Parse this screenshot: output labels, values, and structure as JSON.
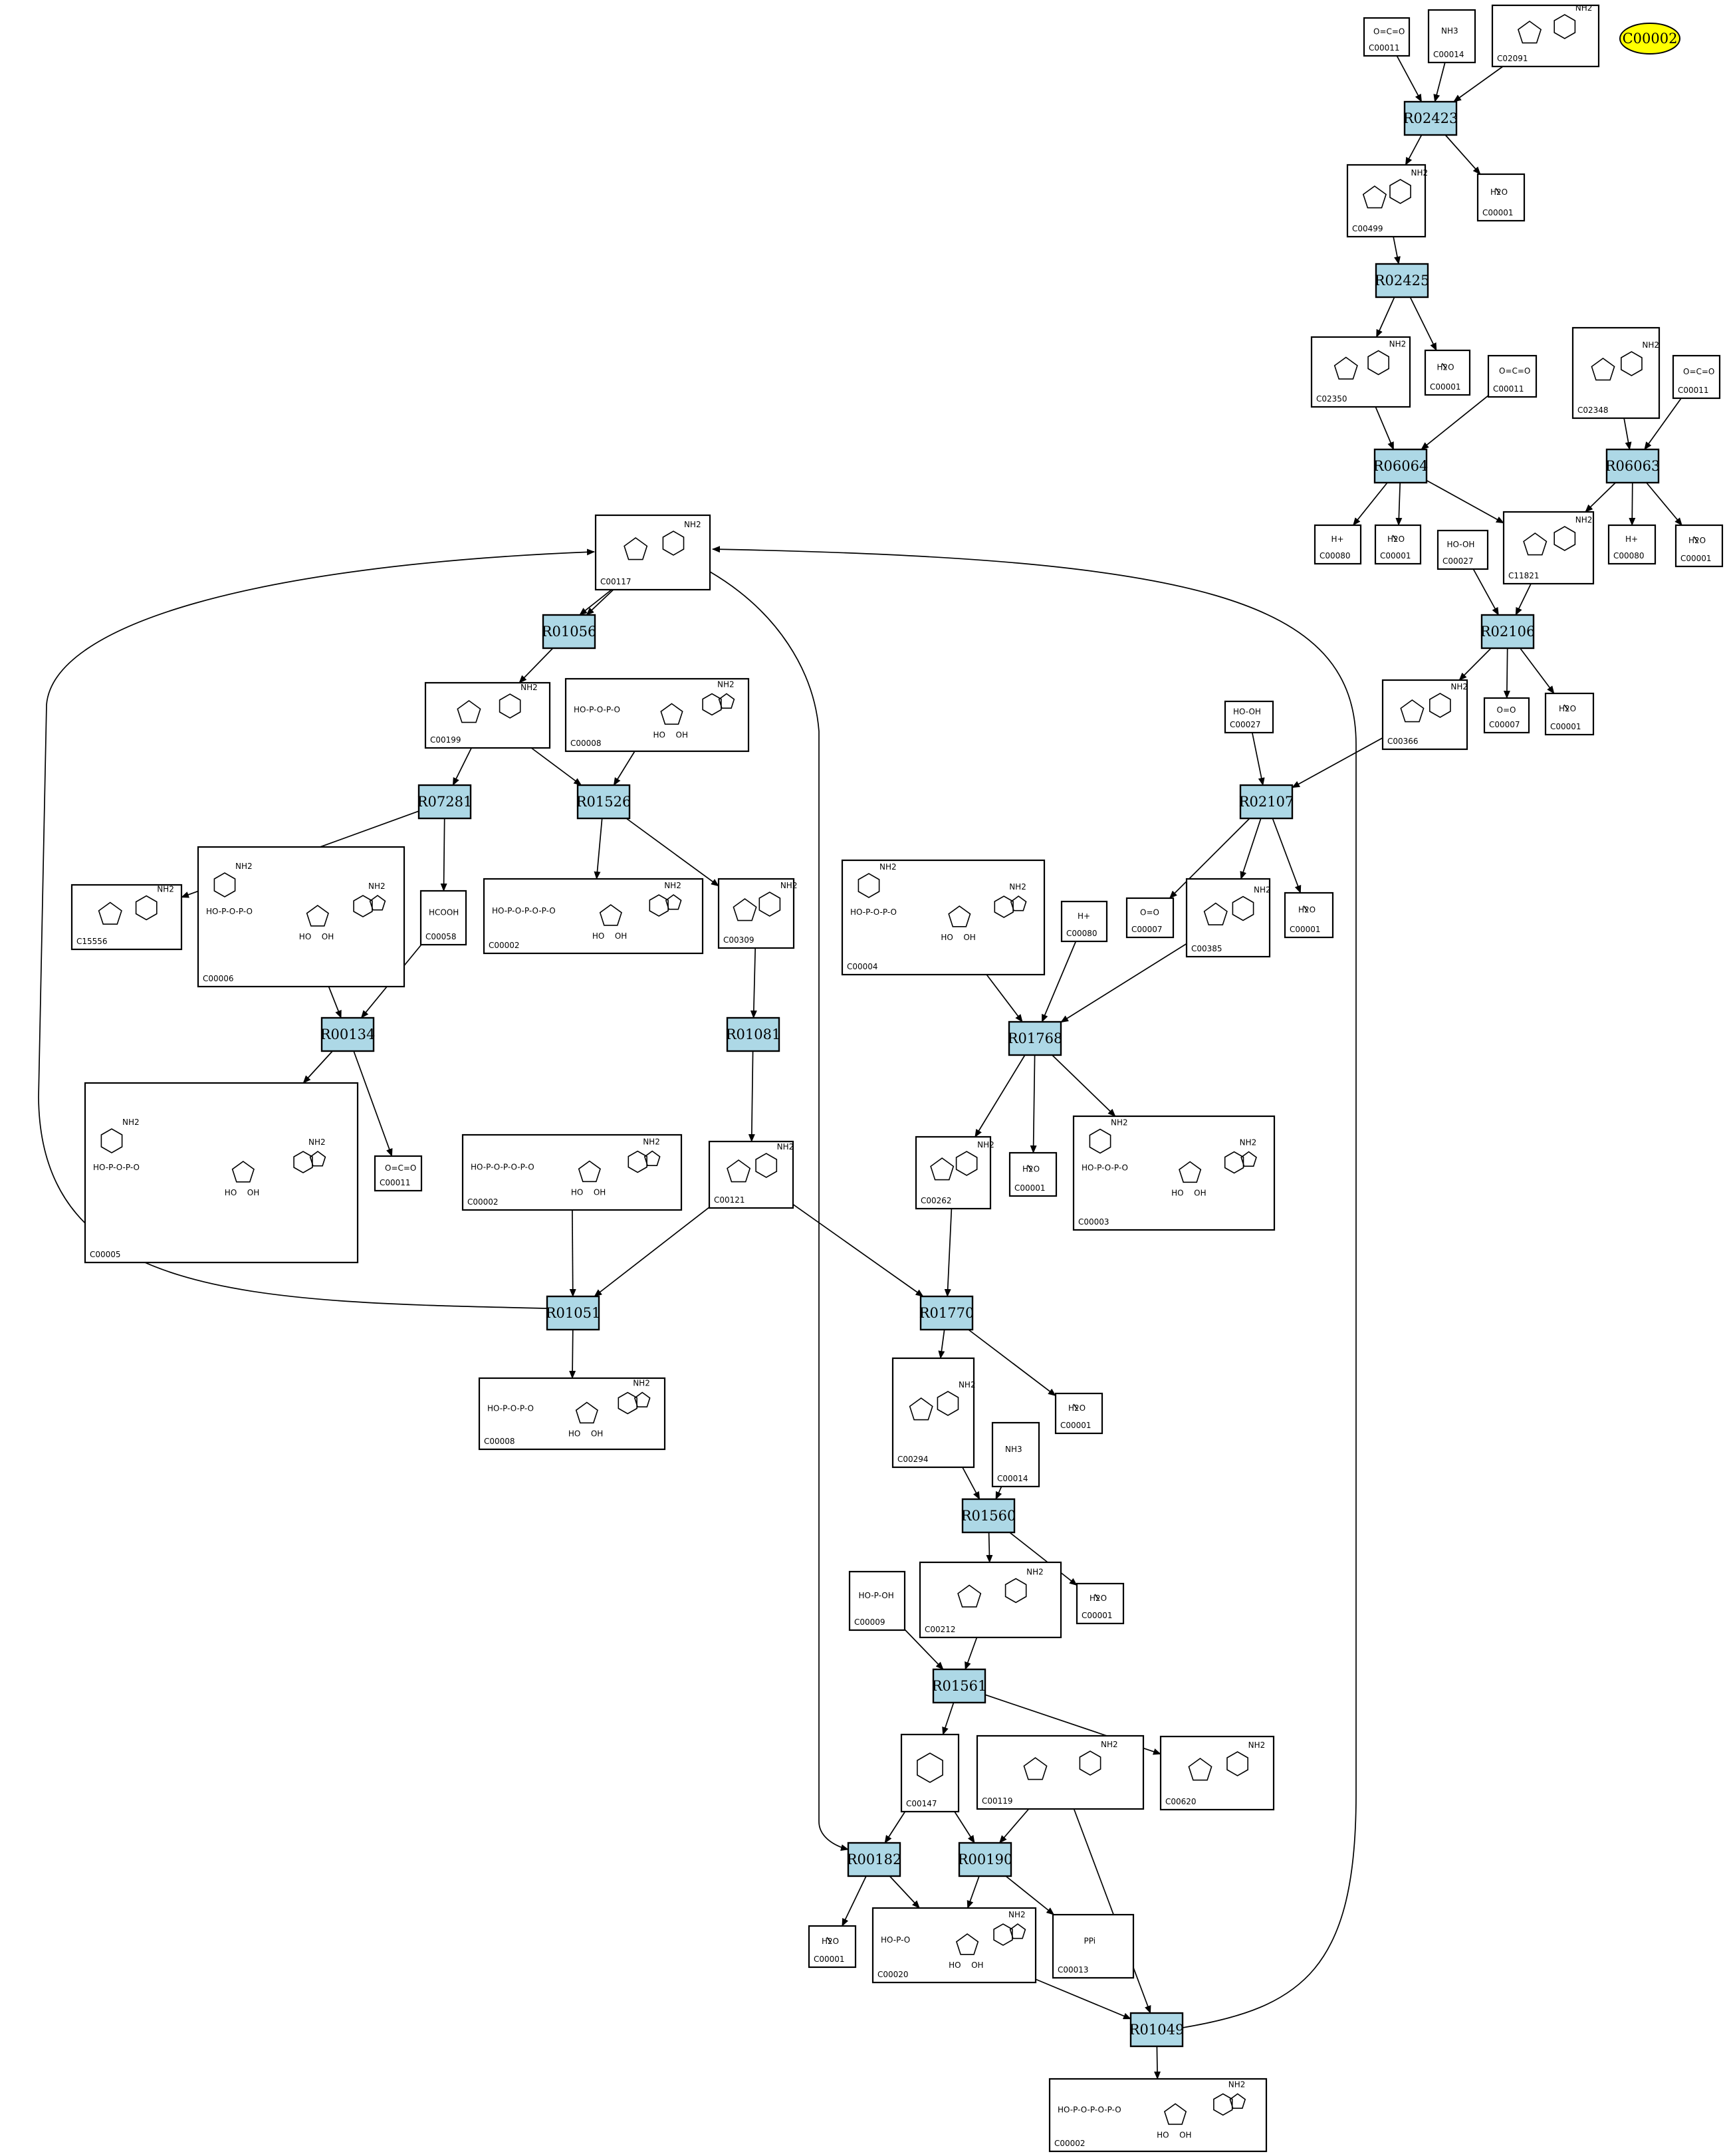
{
  "highlight": {
    "label": "C00002",
    "color": "#ffff00"
  },
  "colors": {
    "reaction_fill": "#add8e6",
    "highlight_fill": "#ffff00",
    "edge": "#000000",
    "compound_fill": "#ffffff"
  },
  "reactions": [
    {
      "id": "R02423",
      "label": "R02423"
    },
    {
      "id": "R02425",
      "label": "R02425"
    },
    {
      "id": "R06064",
      "label": "R06064"
    },
    {
      "id": "R06063",
      "label": "R06063"
    },
    {
      "id": "R02106",
      "label": "R02106"
    },
    {
      "id": "R02107",
      "label": "R02107"
    },
    {
      "id": "R01056",
      "label": "R01056"
    },
    {
      "id": "R07281",
      "label": "R07281"
    },
    {
      "id": "R01526",
      "label": "R01526"
    },
    {
      "id": "R00134",
      "label": "R00134"
    },
    {
      "id": "R01081",
      "label": "R01081"
    },
    {
      "id": "R01768",
      "label": "R01768"
    },
    {
      "id": "R01051",
      "label": "R01051"
    },
    {
      "id": "R01770",
      "label": "R01770"
    },
    {
      "id": "R01560",
      "label": "R01560"
    },
    {
      "id": "R01561",
      "label": "R01561"
    },
    {
      "id": "R00182",
      "label": "R00182"
    },
    {
      "id": "R00190",
      "label": "R00190"
    },
    {
      "id": "R01049",
      "label": "R01049"
    }
  ],
  "compounds": [
    {
      "id": "c1",
      "label": "C00011",
      "structure": "carbon dioxide"
    },
    {
      "id": "c2",
      "label": "C00014",
      "structure": "ammonia"
    },
    {
      "id": "c3",
      "label": "C02091",
      "structure": "ureidoglycine"
    },
    {
      "id": "c4",
      "label": "C00499",
      "structure": "allantoate"
    },
    {
      "id": "c5",
      "label": "C00001",
      "structure": "water"
    },
    {
      "id": "c6",
      "label": "C02350",
      "structure": "allantoin (S)"
    },
    {
      "id": "c7",
      "label": "C00001",
      "structure": "water"
    },
    {
      "id": "c8",
      "label": "C00011",
      "structure": "carbon dioxide"
    },
    {
      "id": "c9",
      "label": "C02348",
      "structure": "OHCU"
    },
    {
      "id": "c10",
      "label": "C00011",
      "structure": "carbon dioxide"
    },
    {
      "id": "c11",
      "label": "C00080",
      "structure": "proton"
    },
    {
      "id": "c12",
      "label": "C00001",
      "structure": "water"
    },
    {
      "id": "c13",
      "label": "C11821",
      "structure": "5-hydroxyisourate"
    },
    {
      "id": "c14",
      "label": "C00027",
      "structure": "hydrogen peroxide"
    },
    {
      "id": "c15",
      "label": "C00080",
      "structure": "proton"
    },
    {
      "id": "c16",
      "label": "C00001",
      "structure": "water"
    },
    {
      "id": "c17",
      "label": "C00117",
      "structure": "ribose 5-phosphate"
    },
    {
      "id": "c18",
      "label": "C00366",
      "structure": "urate"
    },
    {
      "id": "c19",
      "label": "C00007",
      "structure": "oxygen"
    },
    {
      "id": "c20",
      "label": "C00001",
      "structure": "water"
    },
    {
      "id": "c21",
      "label": "C00199",
      "structure": "ribulose 5-phosphate"
    },
    {
      "id": "c22",
      "label": "C00008",
      "structure": "ADP"
    },
    {
      "id": "c23",
      "label": "C00027",
      "structure": "hydrogen peroxide"
    },
    {
      "id": "c24",
      "label": "C15556",
      "structure": "deoxy-xylulose phosphate"
    },
    {
      "id": "c25",
      "label": "C00006",
      "structure": "NADP+"
    },
    {
      "id": "c26",
      "label": "C00058",
      "structure": "formate"
    },
    {
      "id": "c27",
      "label": "C00002",
      "structure": "ATP"
    },
    {
      "id": "c28",
      "label": "C00309",
      "structure": "ribulose"
    },
    {
      "id": "c29",
      "label": "C00004",
      "structure": "NADH"
    },
    {
      "id": "c30",
      "label": "C00080",
      "structure": "proton"
    },
    {
      "id": "c31",
      "label": "C00007",
      "structure": "oxygen"
    },
    {
      "id": "c32",
      "label": "C00385",
      "structure": "xanthine"
    },
    {
      "id": "c33",
      "label": "C00001",
      "structure": "water"
    },
    {
      "id": "c34",
      "label": "C00005",
      "structure": "NADPH"
    },
    {
      "id": "c35",
      "label": "C00011",
      "structure": "carbon dioxide"
    },
    {
      "id": "c36",
      "label": "C00002",
      "structure": "ATP"
    },
    {
      "id": "c37",
      "label": "C00121",
      "structure": "ribose"
    },
    {
      "id": "c38",
      "label": "C00262",
      "structure": "hypoxanthine"
    },
    {
      "id": "c39",
      "label": "C00001",
      "structure": "water"
    },
    {
      "id": "c40",
      "label": "C00003",
      "structure": "NAD+"
    },
    {
      "id": "c41",
      "label": "C00008",
      "structure": "ADP"
    },
    {
      "id": "c42",
      "label": "C00294",
      "structure": "inosine"
    },
    {
      "id": "c43",
      "label": "C00014",
      "structure": "ammonia"
    },
    {
      "id": "c44",
      "label": "C00001",
      "structure": "water"
    },
    {
      "id": "c45",
      "label": "C00009",
      "structure": "orthophosphate"
    },
    {
      "id": "c46",
      "label": "C00212",
      "structure": "adenosine"
    },
    {
      "id": "c47",
      "label": "C00001",
      "structure": "water"
    },
    {
      "id": "c48",
      "label": "C00147",
      "structure": "adenine"
    },
    {
      "id": "c49",
      "label": "C00119",
      "structure": "PRPP"
    },
    {
      "id": "c50",
      "label": "C00620",
      "structure": "ribose 1-phosphate"
    },
    {
      "id": "c51",
      "label": "C00001",
      "structure": "water"
    },
    {
      "id": "c52",
      "label": "C00020",
      "structure": "AMP"
    },
    {
      "id": "c53",
      "label": "C00013",
      "structure": "diphosphate"
    },
    {
      "id": "c54",
      "label": "C00002",
      "structure": "ATP"
    }
  ],
  "structure_text": {
    "co2": "O=C=O",
    "water": "H2O",
    "ammonia": "NH3",
    "proton": "H+",
    "peroxide": "HO-OH",
    "oxygen": "O=O",
    "formate": "HCOOH",
    "phosphate": "HO-P-OH",
    "diphosphate": "PPi",
    "amp_chain": "HO-P-O",
    "adp_chain": "HO-P-O-P-O",
    "atp_chain": "HO-P-O-P-O-P-O",
    "amine": "NH2",
    "oh": "OH",
    "ho": "HO"
  }
}
